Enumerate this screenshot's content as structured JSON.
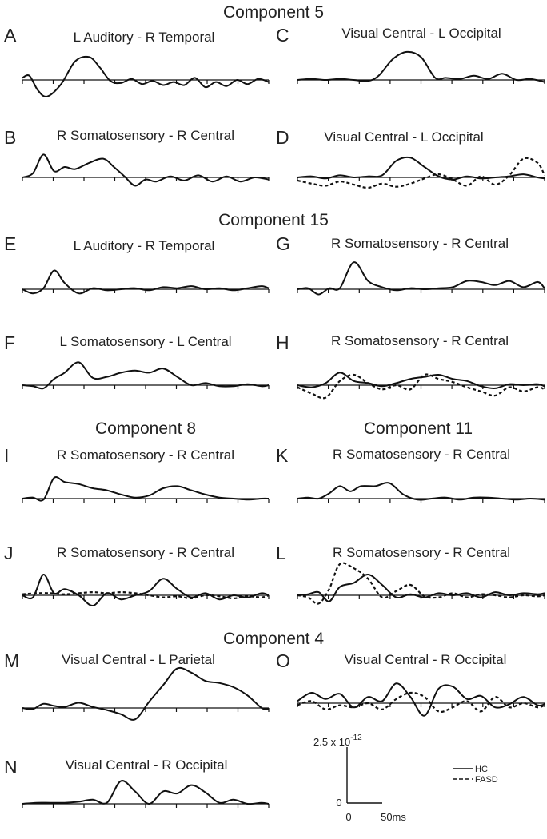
{
  "figure": {
    "component_titles": [
      "Component 5",
      "Component 15",
      "Component 8",
      "Component 11",
      "Component 4"
    ],
    "scale_bar": {
      "amplitude_label": "2.5 x 10",
      "amplitude_exponent": "-12",
      "zero_label": "0",
      "x_zero_label": "0",
      "time_label": "50ms"
    },
    "legend": [
      {
        "label": "HC",
        "style": "solid"
      },
      {
        "label": "FASD",
        "style": "dashed"
      }
    ],
    "colors": {
      "trace": "#111111",
      "axis": "#111111",
      "text": "#222222"
    }
  },
  "chart_data": [
    {
      "type": "line",
      "panel": "A",
      "title": "L Auditory - R Temporal",
      "component": "Component 5",
      "xlim": [
        0,
        350
      ],
      "ticks": 8,
      "series": [
        {
          "style": "solid",
          "x": [
            0,
            10,
            22,
            35,
            55,
            75,
            95,
            110,
            125,
            140,
            155,
            170,
            185,
            200,
            215,
            230,
            245,
            260,
            275,
            290,
            305,
            320,
            335,
            350
          ],
          "y": [
            0.1,
            0.2,
            -0.5,
            -0.8,
            -0.2,
            0.9,
            1.1,
            0.6,
            -0.05,
            -0.15,
            0.05,
            -0.2,
            -0.05,
            -0.25,
            -0.1,
            -0.25,
            0.1,
            -0.35,
            -0.1,
            -0.3,
            0.0,
            -0.2,
            0.05,
            -0.1
          ]
        }
      ]
    },
    {
      "type": "line",
      "panel": "C",
      "title": "Visual Central - L Occipital",
      "component": "Component 5",
      "xlim": [
        0,
        350
      ],
      "ticks": 8,
      "series": [
        {
          "style": "solid",
          "x": [
            0,
            20,
            40,
            60,
            80,
            100,
            115,
            135,
            155,
            175,
            195,
            210,
            230,
            250,
            270,
            290,
            310,
            330,
            350
          ],
          "y": [
            0.0,
            0.05,
            0.0,
            0.05,
            0.0,
            -0.05,
            0.2,
            1.0,
            1.35,
            1.1,
            0.1,
            0.1,
            0.05,
            0.2,
            0.05,
            0.3,
            0.0,
            0.05,
            -0.1
          ]
        }
      ]
    },
    {
      "type": "line",
      "panel": "B",
      "title": "R Somatosensory - R Central",
      "component": "Component 5",
      "xlim": [
        0,
        350
      ],
      "ticks": 8,
      "series": [
        {
          "style": "solid",
          "x": [
            0,
            15,
            30,
            45,
            60,
            75,
            95,
            115,
            130,
            145,
            160,
            175,
            190,
            210,
            230,
            250,
            270,
            290,
            310,
            330,
            350
          ],
          "y": [
            0.0,
            0.2,
            1.1,
            0.3,
            0.5,
            0.4,
            0.7,
            0.9,
            0.5,
            0.05,
            -0.4,
            -0.1,
            -0.2,
            0.05,
            -0.15,
            0.1,
            -0.2,
            0.05,
            -0.2,
            0.0,
            -0.1
          ]
        }
      ]
    },
    {
      "type": "line",
      "panel": "D",
      "title": "Visual Central - L Occipital",
      "component": "Component 5",
      "xlim": [
        0,
        350
      ],
      "ticks": 8,
      "series": [
        {
          "style": "solid",
          "x": [
            0,
            20,
            40,
            60,
            80,
            100,
            120,
            140,
            160,
            180,
            200,
            220,
            240,
            260,
            280,
            300,
            320,
            340,
            350
          ],
          "y": [
            0.0,
            0.05,
            -0.05,
            0.1,
            0.0,
            0.05,
            0.1,
            0.8,
            0.95,
            0.5,
            0.05,
            -0.1,
            0.05,
            -0.05,
            0.0,
            0.05,
            0.15,
            0.0,
            -0.05
          ]
        },
        {
          "style": "dashed",
          "x": [
            0,
            20,
            40,
            60,
            80,
            100,
            120,
            140,
            160,
            180,
            200,
            220,
            240,
            260,
            280,
            300,
            320,
            340,
            350
          ],
          "y": [
            -0.15,
            -0.3,
            -0.4,
            -0.2,
            -0.35,
            -0.5,
            -0.3,
            -0.45,
            -0.3,
            -0.05,
            0.15,
            -0.1,
            -0.4,
            0.05,
            -0.35,
            0.1,
            0.9,
            0.7,
            0.1
          ]
        }
      ]
    },
    {
      "type": "line",
      "panel": "E",
      "title": "L Auditory - R Temporal",
      "component": "Component 15",
      "xlim": [
        0,
        350
      ],
      "ticks": 8,
      "series": [
        {
          "style": "solid",
          "x": [
            0,
            15,
            30,
            45,
            60,
            80,
            100,
            120,
            140,
            160,
            180,
            200,
            220,
            240,
            260,
            280,
            300,
            320,
            340,
            350
          ],
          "y": [
            0.0,
            -0.2,
            0.05,
            0.9,
            0.3,
            -0.2,
            0.05,
            -0.05,
            0.0,
            0.05,
            -0.05,
            0.1,
            0.05,
            0.15,
            0.0,
            0.05,
            -0.05,
            0.05,
            0.15,
            0.05
          ]
        }
      ]
    },
    {
      "type": "line",
      "panel": "G",
      "title": "R Somatosensory - R Central",
      "component": "Component 15",
      "xlim": [
        0,
        350
      ],
      "ticks": 8,
      "series": [
        {
          "style": "solid",
          "x": [
            0,
            15,
            30,
            45,
            60,
            80,
            100,
            120,
            140,
            160,
            180,
            200,
            220,
            240,
            260,
            280,
            300,
            320,
            340,
            350
          ],
          "y": [
            0.0,
            0.05,
            -0.25,
            0.05,
            0.05,
            1.3,
            0.4,
            0.1,
            -0.05,
            0.05,
            0.0,
            0.05,
            0.1,
            0.4,
            0.35,
            0.2,
            0.4,
            0.1,
            0.35,
            0.05
          ]
        }
      ]
    },
    {
      "type": "line",
      "panel": "F",
      "title": "L Somatosensory - L Central",
      "component": "Component 15",
      "xlim": [
        0,
        350
      ],
      "ticks": 8,
      "series": [
        {
          "style": "solid",
          "x": [
            0,
            15,
            30,
            45,
            60,
            80,
            100,
            120,
            140,
            160,
            180,
            200,
            220,
            240,
            260,
            280,
            300,
            320,
            340,
            350
          ],
          "y": [
            0.0,
            -0.05,
            -0.15,
            0.3,
            0.6,
            1.1,
            0.35,
            0.4,
            0.6,
            0.7,
            0.6,
            0.8,
            0.4,
            0.0,
            0.1,
            -0.05,
            -0.05,
            0.05,
            -0.05,
            0.0
          ]
        }
      ]
    },
    {
      "type": "line",
      "panel": "H",
      "title": "R Somatosensory - R Central",
      "component": "Component 15",
      "xlim": [
        0,
        350
      ],
      "ticks": 8,
      "series": [
        {
          "style": "solid",
          "x": [
            0,
            20,
            40,
            60,
            80,
            100,
            120,
            140,
            160,
            180,
            200,
            220,
            240,
            260,
            280,
            300,
            320,
            340,
            350
          ],
          "y": [
            0.0,
            -0.1,
            0.1,
            0.6,
            0.2,
            0.1,
            -0.05,
            0.1,
            0.3,
            0.4,
            0.5,
            0.3,
            0.2,
            -0.05,
            -0.15,
            0.05,
            0.0,
            0.05,
            -0.05
          ]
        },
        {
          "style": "dashed",
          "x": [
            0,
            20,
            40,
            60,
            80,
            100,
            120,
            140,
            160,
            180,
            200,
            220,
            240,
            260,
            280,
            300,
            320,
            340,
            350
          ],
          "y": [
            -0.1,
            -0.4,
            -0.6,
            0.2,
            0.5,
            0.1,
            -0.2,
            0.0,
            -0.2,
            0.5,
            0.3,
            0.15,
            -0.1,
            -0.3,
            -0.5,
            -0.1,
            -0.3,
            -0.1,
            -0.2
          ]
        }
      ]
    },
    {
      "type": "line",
      "panel": "I",
      "title": "R Somatosensory - R Central",
      "component": "Component 8",
      "xlim": [
        0,
        350
      ],
      "ticks": 8,
      "series": [
        {
          "style": "solid",
          "x": [
            0,
            15,
            30,
            45,
            60,
            80,
            100,
            120,
            140,
            160,
            180,
            200,
            220,
            240,
            260,
            280,
            300,
            320,
            340,
            350
          ],
          "y": [
            0.0,
            0.05,
            -0.05,
            1.0,
            0.8,
            0.7,
            0.5,
            0.4,
            0.2,
            0.05,
            0.15,
            0.5,
            0.6,
            0.4,
            0.2,
            0.05,
            0.0,
            -0.05,
            0.0,
            0.0
          ]
        }
      ]
    },
    {
      "type": "line",
      "panel": "K",
      "title": "R Somatosensory - R Central",
      "component": "Component 11",
      "xlim": [
        0,
        350
      ],
      "ticks": 8,
      "series": [
        {
          "style": "solid",
          "x": [
            0,
            15,
            30,
            45,
            60,
            75,
            90,
            110,
            130,
            150,
            170,
            190,
            210,
            230,
            250,
            270,
            290,
            310,
            330,
            350
          ],
          "y": [
            0.0,
            0.05,
            0.0,
            0.25,
            0.6,
            0.35,
            0.6,
            0.6,
            0.75,
            0.2,
            -0.05,
            0.0,
            0.05,
            -0.05,
            0.05,
            0.05,
            0.0,
            -0.05,
            0.0,
            -0.05
          ]
        }
      ]
    },
    {
      "type": "line",
      "panel": "J",
      "title": "R Somatosensory - R Central",
      "component": "Component 8",
      "xlim": [
        0,
        350
      ],
      "ticks": 8,
      "series": [
        {
          "style": "solid",
          "x": [
            0,
            15,
            30,
            45,
            60,
            80,
            100,
            120,
            140,
            160,
            180,
            200,
            220,
            240,
            260,
            280,
            300,
            320,
            340,
            350
          ],
          "y": [
            0.0,
            -0.1,
            1.0,
            0.1,
            0.3,
            0.0,
            -0.5,
            0.1,
            -0.2,
            0.0,
            0.2,
            0.8,
            0.3,
            -0.1,
            0.1,
            -0.2,
            0.0,
            -0.1,
            0.1,
            0.0
          ]
        },
        {
          "style": "dashed",
          "x": [
            0,
            20,
            40,
            60,
            80,
            100,
            120,
            140,
            160,
            180,
            200,
            220,
            240,
            260,
            280,
            300,
            320,
            340,
            350
          ],
          "y": [
            0.05,
            0.1,
            0.1,
            0.05,
            0.1,
            0.15,
            0.1,
            0.15,
            0.1,
            0.0,
            -0.1,
            -0.05,
            -0.15,
            0.0,
            -0.05,
            -0.15,
            -0.05,
            -0.1,
            0.0
          ]
        }
      ]
    },
    {
      "type": "line",
      "panel": "L",
      "title": "R Somatosensory - R Central",
      "component": "Component 11",
      "xlim": [
        0,
        350
      ],
      "ticks": 8,
      "series": [
        {
          "style": "solid",
          "x": [
            0,
            15,
            30,
            45,
            60,
            80,
            100,
            120,
            140,
            160,
            180,
            200,
            220,
            240,
            260,
            280,
            300,
            320,
            340,
            350
          ],
          "y": [
            0.0,
            0.05,
            0.15,
            -0.3,
            0.4,
            0.6,
            1.0,
            0.5,
            -0.1,
            0.05,
            -0.1,
            0.1,
            0.0,
            0.1,
            -0.1,
            0.15,
            0.0,
            0.1,
            0.05,
            0.1
          ]
        },
        {
          "style": "dashed",
          "x": [
            0,
            15,
            30,
            45,
            60,
            80,
            100,
            120,
            140,
            160,
            180,
            200,
            220,
            240,
            260,
            280,
            300,
            320,
            340,
            350
          ],
          "y": [
            0.0,
            -0.1,
            -0.4,
            0.3,
            1.5,
            1.3,
            0.8,
            -0.1,
            0.2,
            0.5,
            -0.05,
            -0.1,
            0.1,
            -0.1,
            0.05,
            0.0,
            -0.1,
            0.0,
            -0.05,
            0.0
          ]
        }
      ]
    },
    {
      "type": "line",
      "panel": "M",
      "title": "Visual Central - L Parietal",
      "component": "Component 4",
      "xlim": [
        0,
        350
      ],
      "ticks": 8,
      "series": [
        {
          "style": "solid",
          "x": [
            0,
            15,
            30,
            45,
            60,
            80,
            100,
            120,
            140,
            160,
            180,
            200,
            220,
            240,
            260,
            280,
            300,
            320,
            340,
            350
          ],
          "y": [
            0.0,
            -0.05,
            0.2,
            0.1,
            0.05,
            0.25,
            0.05,
            -0.1,
            -0.3,
            -0.55,
            0.3,
            1.1,
            1.9,
            1.7,
            1.3,
            1.2,
            1.0,
            0.6,
            0.0,
            -0.05
          ]
        }
      ]
    },
    {
      "type": "line",
      "panel": "O",
      "title": "Visual Central - R Occipital",
      "component": "Component 4",
      "xlim": [
        0,
        350
      ],
      "ticks": 8,
      "series": [
        {
          "style": "solid",
          "x": [
            0,
            20,
            40,
            60,
            80,
            100,
            120,
            140,
            160,
            180,
            200,
            220,
            240,
            260,
            280,
            300,
            320,
            340,
            350
          ],
          "y": [
            0.1,
            0.5,
            0.2,
            0.45,
            -0.2,
            0.3,
            0.1,
            0.95,
            0.3,
            -0.6,
            0.7,
            0.8,
            0.2,
            0.35,
            -0.2,
            -0.05,
            0.3,
            -0.1,
            -0.05
          ]
        },
        {
          "style": "dashed",
          "x": [
            0,
            20,
            40,
            60,
            80,
            100,
            120,
            140,
            160,
            180,
            200,
            220,
            240,
            260,
            280,
            300,
            320,
            340,
            350
          ],
          "y": [
            -0.1,
            0.1,
            -0.3,
            -0.1,
            -0.2,
            0.0,
            -0.3,
            0.2,
            0.5,
            0.3,
            -0.4,
            -0.2,
            0.1,
            -0.4,
            0.3,
            -0.2,
            0.0,
            -0.2,
            -0.1
          ]
        }
      ]
    },
    {
      "type": "line",
      "panel": "N",
      "title": "Visual Central - R Occipital",
      "component": "Component 4",
      "xlim": [
        0,
        350
      ],
      "ticks": 8,
      "series": [
        {
          "style": "solid",
          "x": [
            0,
            20,
            40,
            60,
            80,
            100,
            120,
            140,
            160,
            180,
            200,
            220,
            240,
            260,
            280,
            300,
            320,
            340,
            350
          ],
          "y": [
            0.0,
            0.05,
            0.05,
            0.05,
            0.1,
            0.2,
            0.05,
            1.1,
            0.6,
            0.0,
            0.6,
            0.5,
            0.9,
            0.55,
            0.05,
            0.2,
            0.0,
            0.05,
            0.0
          ]
        }
      ]
    }
  ]
}
